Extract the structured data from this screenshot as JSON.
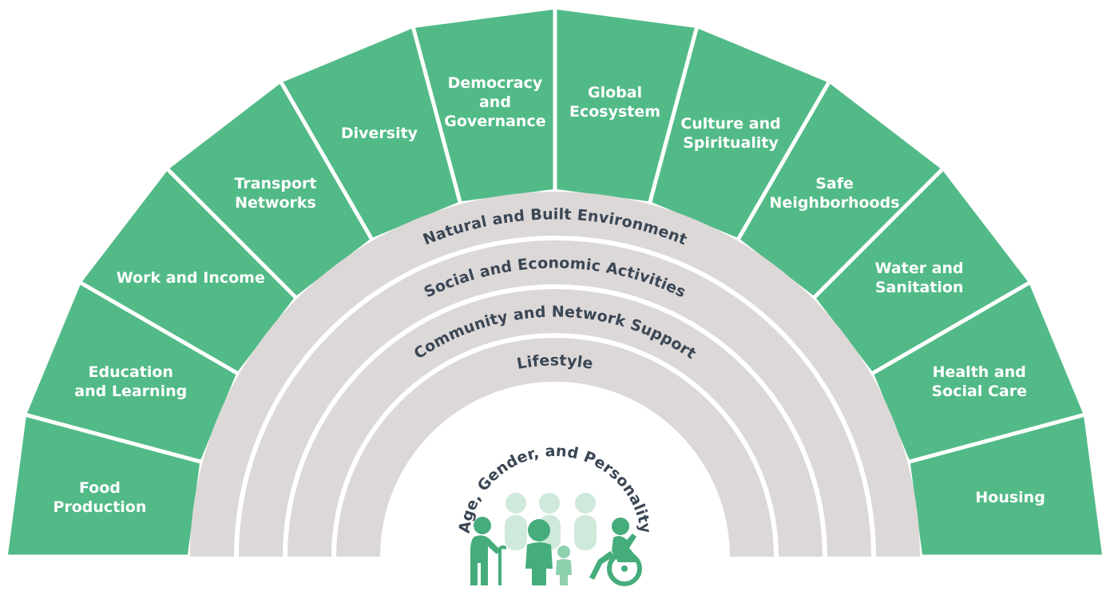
{
  "outer_segments": [
    {
      "lines": [
        "Food",
        "Production"
      ]
    },
    {
      "lines": [
        "Education",
        "and Learning"
      ]
    },
    {
      "lines": [
        "Work and Income"
      ]
    },
    {
      "lines": [
        "Transport",
        "Networks"
      ]
    },
    {
      "lines": [
        "Diversity"
      ]
    },
    {
      "lines": [
        "Democracy",
        "and",
        "Governance"
      ]
    },
    {
      "lines": [
        "Global",
        "Ecosystem"
      ]
    },
    {
      "lines": [
        "Culture and",
        "Spirituality"
      ]
    },
    {
      "lines": [
        "Safe",
        "Neighborhoods"
      ]
    },
    {
      "lines": [
        "Water and",
        "Sanitation"
      ]
    },
    {
      "lines": [
        "Health and",
        "Social Care"
      ]
    },
    {
      "lines": [
        "Housing"
      ]
    }
  ],
  "rings": [
    {
      "label": "Natural and Built Environment"
    },
    {
      "label": "Social and Economic Activities"
    },
    {
      "label": "Community and Network Support"
    },
    {
      "label": "Lifestyle"
    }
  ],
  "core": {
    "label": "Age, Gender, and Personality"
  },
  "colors": {
    "outer": "#52ba87",
    "ring": "#dcd8d8",
    "ring_text": "#3a4654",
    "people_dark": "#45ad7b",
    "people_light": "#cfe9db"
  },
  "icons": [
    "elderly-person-with-cane-icon",
    "adult-person-icon",
    "child-person-icon",
    "wheelchair-user-icon"
  ]
}
